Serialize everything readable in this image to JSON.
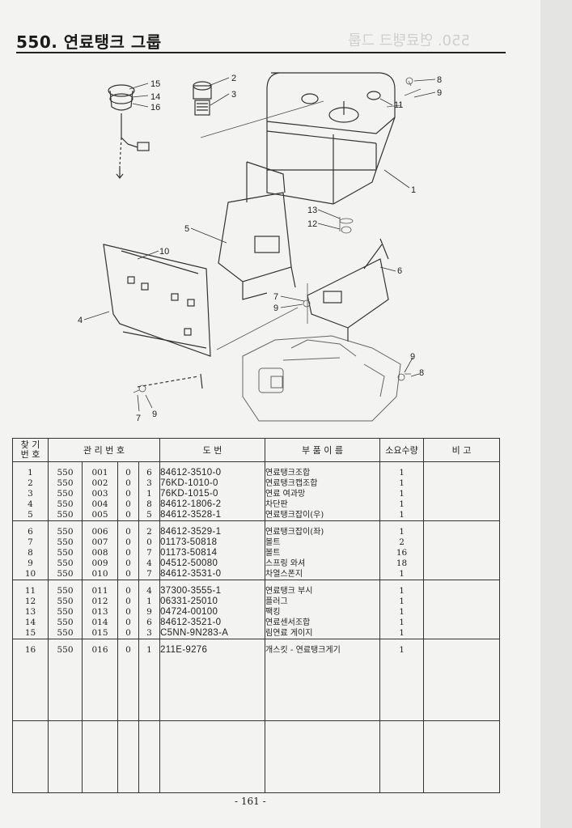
{
  "page": {
    "title": "550. 연료탱크 그룹",
    "ghost_title": "550. 연료탱크 그룹",
    "page_number": "- 161 -"
  },
  "diagram": {
    "callouts": [
      "15",
      "14",
      "16",
      "2",
      "3",
      "8",
      "9",
      "11",
      "1",
      "13",
      "12",
      "5",
      "10",
      "6",
      "4",
      "7",
      "9",
      "9",
      "8",
      "7",
      "9"
    ]
  },
  "table": {
    "headers": {
      "item_no_line1": "찾 기",
      "item_no_line2": "번 호",
      "mgmt_no": "관 리 번 호",
      "drawing_no": "도 번",
      "part_name": "부 품 이 름",
      "qty": "소요수량",
      "remarks": "비 고"
    },
    "groups": [
      [
        {
          "no": "1",
          "a": "550",
          "b": "001",
          "c": "0",
          "d": "6",
          "dwg": "84612-3510-0",
          "name": "연료탱크조합",
          "qty": "1"
        },
        {
          "no": "2",
          "a": "550",
          "b": "002",
          "c": "0",
          "d": "3",
          "dwg": "76KD-1010-0",
          "name": "연료탱크캡조합",
          "qty": "1"
        },
        {
          "no": "3",
          "a": "550",
          "b": "003",
          "c": "0",
          "d": "1",
          "dwg": "76KD-1015-0",
          "name": "연료 여과망",
          "qty": "1"
        },
        {
          "no": "4",
          "a": "550",
          "b": "004",
          "c": "0",
          "d": "8",
          "dwg": "84612-1806-2",
          "name": "차단판",
          "qty": "1"
        },
        {
          "no": "5",
          "a": "550",
          "b": "005",
          "c": "0",
          "d": "5",
          "dwg": "84612-3528-1",
          "name": "연료탱크잡이(우)",
          "qty": "1"
        }
      ],
      [
        {
          "no": "6",
          "a": "550",
          "b": "006",
          "c": "0",
          "d": "2",
          "dwg": "84612-3529-1",
          "name": "연료탱크잡이(좌)",
          "qty": "1"
        },
        {
          "no": "7",
          "a": "550",
          "b": "007",
          "c": "0",
          "d": "0",
          "dwg": "01173-50818",
          "name": "볼트",
          "qty": "2"
        },
        {
          "no": "8",
          "a": "550",
          "b": "008",
          "c": "0",
          "d": "7",
          "dwg": "01173-50814",
          "name": "볼트",
          "qty": "16"
        },
        {
          "no": "9",
          "a": "550",
          "b": "009",
          "c": "0",
          "d": "4",
          "dwg": "04512-50080",
          "name": "스프링 와셔",
          "qty": "18"
        },
        {
          "no": "10",
          "a": "550",
          "b": "010",
          "c": "0",
          "d": "7",
          "dwg": "84612-3531-0",
          "name": "차열스폰지",
          "qty": "1"
        }
      ],
      [
        {
          "no": "11",
          "a": "550",
          "b": "011",
          "c": "0",
          "d": "4",
          "dwg": "37300-3555-1",
          "name": "연료탱크 부시",
          "qty": "1"
        },
        {
          "no": "12",
          "a": "550",
          "b": "012",
          "c": "0",
          "d": "1",
          "dwg": "06331-25010",
          "name": "플러그",
          "qty": "1"
        },
        {
          "no": "13",
          "a": "550",
          "b": "013",
          "c": "0",
          "d": "9",
          "dwg": "04724-00100",
          "name": "팩킹",
          "qty": "1"
        },
        {
          "no": "14",
          "a": "550",
          "b": "014",
          "c": "0",
          "d": "6",
          "dwg": "84612-3521-0",
          "name": "연료센서조합",
          "qty": "1"
        },
        {
          "no": "15",
          "a": "550",
          "b": "015",
          "c": "0",
          "d": "3",
          "dwg": "C5NN-9N283-A",
          "name": "림연료 게이지",
          "qty": "1"
        }
      ],
      [
        {
          "no": "16",
          "a": "550",
          "b": "016",
          "c": "0",
          "d": "1",
          "dwg": "211E-9276",
          "name": "개스킷 - 연료탱크게기",
          "qty": "1"
        }
      ]
    ]
  }
}
